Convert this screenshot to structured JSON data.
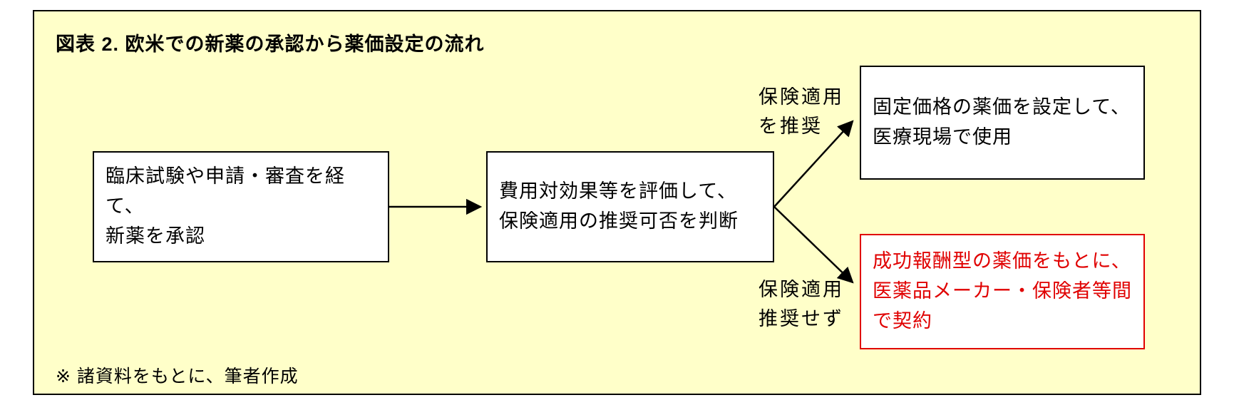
{
  "figure": {
    "title": "図表 2.  欧米での新薬の承認から薬価設定の流れ",
    "footnote": "※ 諸資料をもとに、筆者作成",
    "panel_background": "#FFFFC9",
    "line_color": "#000000",
    "accent_red": "#E00000"
  },
  "nodes": {
    "approval": {
      "text": "臨床試験や申請・審査を経て、\n新薬を承認"
    },
    "assessment": {
      "text": "費用対効果等を評価して、\n保険適用の推奨可否を判断"
    },
    "fixed_price": {
      "text": "固定価格の薬価を設定して、\n医療現場で使用"
    },
    "outcome_based": {
      "text": "成功報酬型の薬価をもとに、\n医薬品メーカー・保険者等間\nで契約"
    }
  },
  "labels": {
    "recommended": {
      "text": "保険適用\nを推奨"
    },
    "not_recommended": {
      "text": "保険適用\n推奨せず"
    }
  }
}
